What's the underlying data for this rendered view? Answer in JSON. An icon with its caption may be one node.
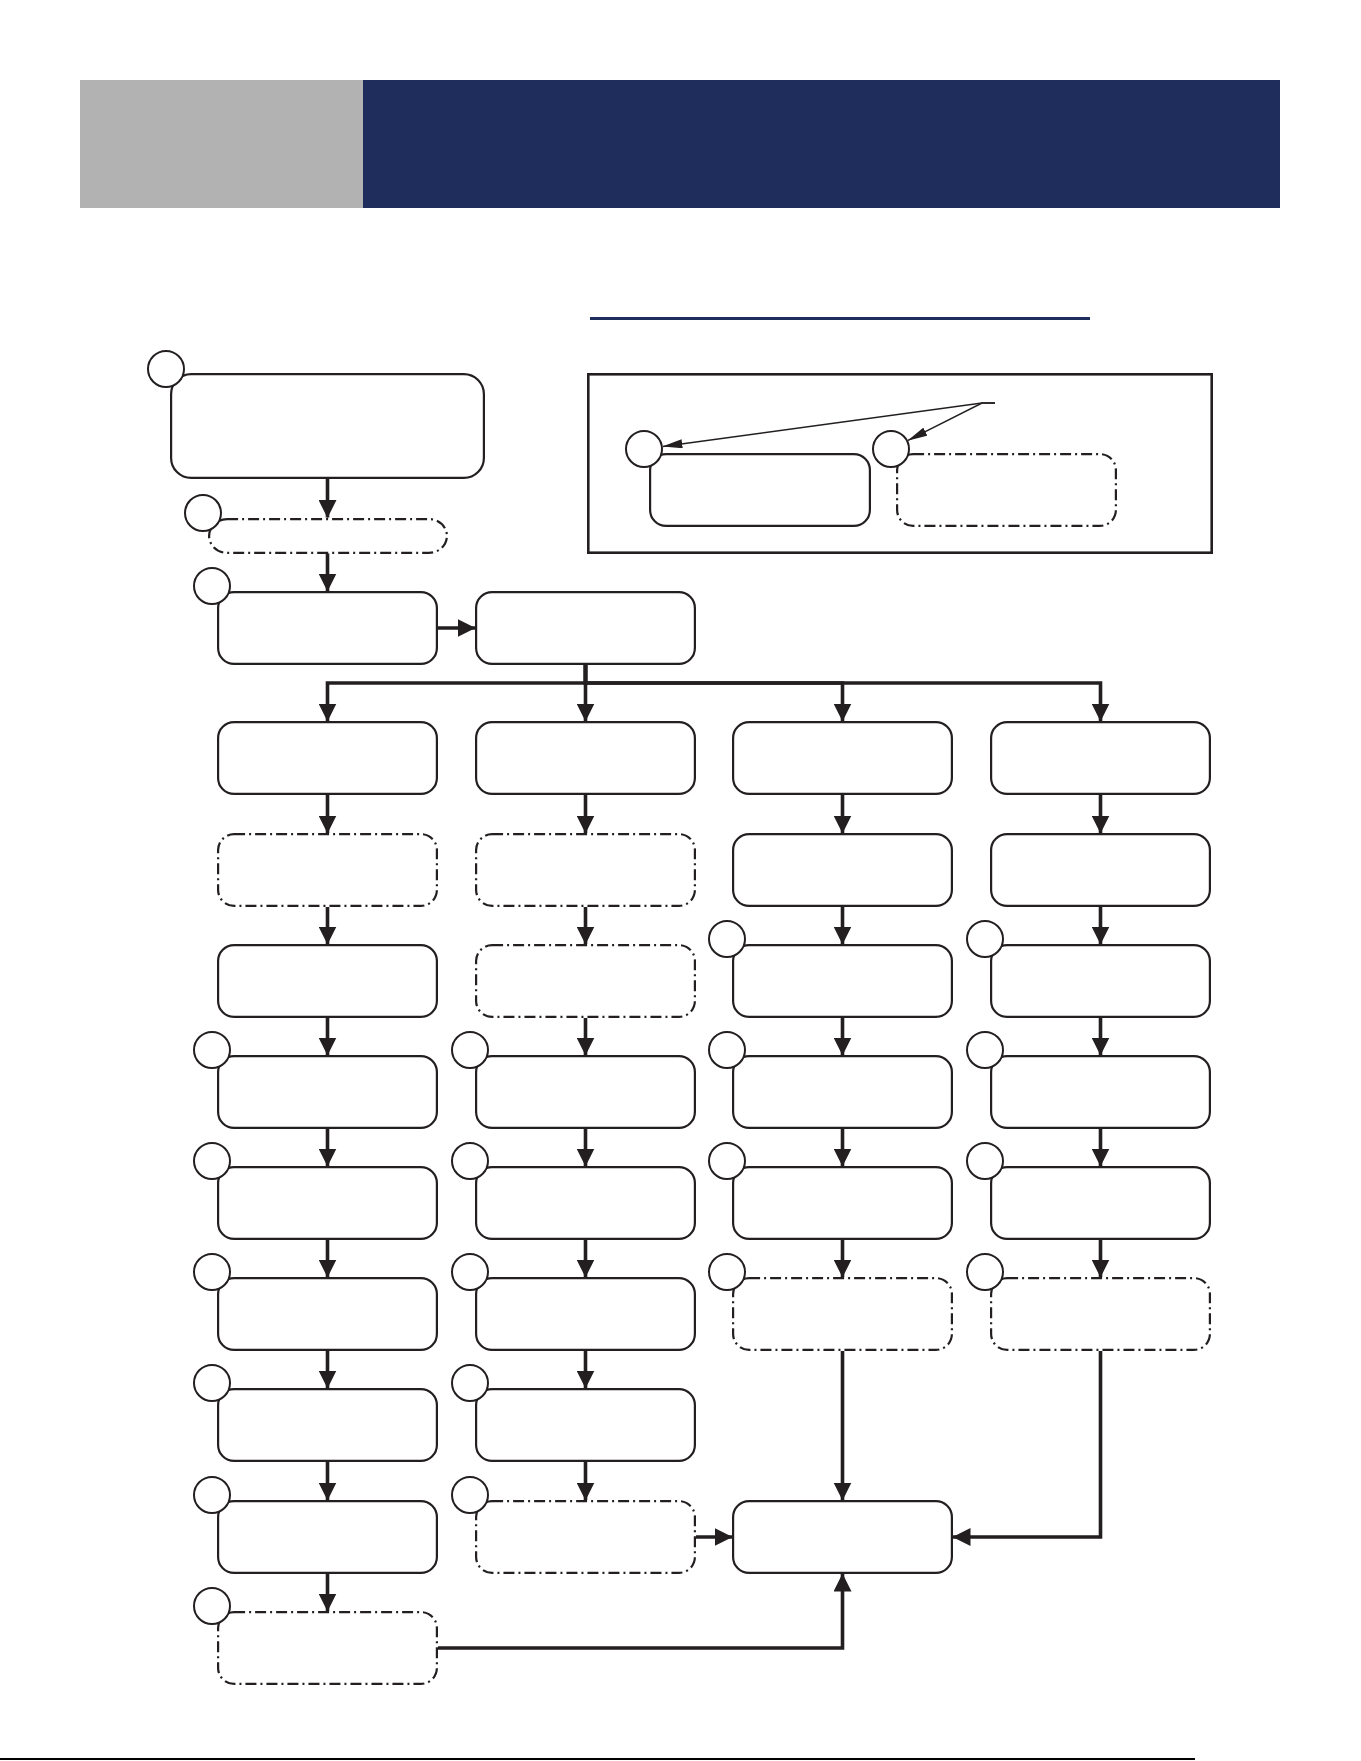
{
  "diagram": {
    "nodes": [
      {
        "text": [],
        "shape": "circle"
      },
      {
        "text": [],
        "shape": "box"
      },
      {
        "text": [],
        "shape": "box"
      },
      {
        "text": [],
        "shape": "circle",
        "in": 2
      },
      {
        "text": [],
        "shape": "box",
        "in": 2
      },
      {
        "text": [],
        "shape": "circle",
        "in": 2
      },
      {
        "text": [],
        "shape": "box",
        "in": 2
      },
      {
        "text": [],
        "shape": "circle"
      },
      {
        "text": [],
        "shape": "box"
      },
      {
        "text": [],
        "shape": "circle"
      },
      {
        "text": [],
        "shape": "box"
      },
      {
        "text": [],
        "shape": "box"
      },
      {
        "text": [],
        "shape": "box"
      },
      {
        "text": [],
        "shape": "box"
      },
      {
        "text": [],
        "shape": "box"
      },
      {
        "text": [],
        "shape": "box"
      },
      {
        "text": [],
        "shape": "box"
      },
      {
        "text": [],
        "shape": "box"
      },
      {
        "text": [],
        "shape": "box"
      },
      {
        "text": [],
        "shape": "box"
      },
      {
        "text": [],
        "shape": "box"
      },
      {
        "text": [],
        "shape": "box"
      },
      {
        "text": [],
        "shape": "circle"
      },
      {
        "text": [],
        "shape": "box"
      },
      {
        "text": [],
        "shape": "circle"
      },
      {
        "text": [],
        "shape": "box"
      },
      {
        "text": [],
        "shape": "circle"
      },
      {
        "text": [],
        "shape": "box"
      },
      {
        "text": [],
        "shape": "circle"
      },
      {
        "text": [],
        "shape": "box"
      },
      {
        "text": [],
        "shape": "circle"
      },
      {
        "text": [],
        "shape": "box"
      },
      {
        "text": [],
        "shape": "circle"
      },
      {
        "text": [],
        "shape": "box"
      },
      {
        "text": [],
        "shape": "circle"
      },
      {
        "text": [],
        "shape": "box"
      },
      {
        "text": [],
        "shape": "circle"
      },
      {
        "text": [],
        "shape": "box"
      },
      {
        "text": [],
        "shape": "circle"
      },
      {
        "text": [],
        "shape": "box"
      },
      {
        "text": [],
        "shape": "circle"
      },
      {
        "text": [],
        "shape": "box"
      },
      {
        "text": [],
        "shape": "circle"
      },
      {
        "text": [],
        "shape": "box"
      },
      {
        "text": [],
        "shape": "circle"
      },
      {
        "text": [],
        "shape": "box"
      },
      {
        "text": [],
        "shape": "circle"
      },
      {
        "text": [],
        "shape": "box"
      },
      {
        "text": [],
        "shape": "circle"
      },
      {
        "text": [],
        "shape": "box"
      },
      {
        "text": [],
        "shape": "circle"
      },
      {
        "text": [],
        "shape": "box"
      },
      {
        "text": [],
        "shape": "circle"
      },
      {
        "text": [],
        "shape": "box"
      },
      {
        "text": [],
        "shape": "circle"
      },
      {
        "text": [],
        "shape": "box"
      },
      {
        "text": [],
        "shape": "circle"
      },
      {
        "text": [],
        "shape": "box"
      },
      {
        "text": [],
        "shape": "box"
      },
      {
        "text": [],
        "shape": "circle"
      },
      {
        "text": [],
        "shape": "box"
      }
    ],
    "edges": [
      {
        "from": 1,
        "to": 8,
        "arrow": "to"
      },
      {
        "from": 8,
        "to": 10,
        "arrow": "to"
      },
      {
        "from": 10,
        "to": 11,
        "arrow": "to"
      },
      {
        "from": 11,
        "to": 12,
        "arrow": "to"
      },
      {
        "from": 11,
        "to": 13,
        "arrow": "to"
      },
      {
        "from": 11,
        "to": 14,
        "arrow": "to"
      },
      {
        "from": 11,
        "to": 15,
        "arrow": "to"
      },
      {
        "from": 12,
        "to": 16,
        "arrow": "to"
      },
      {
        "from": 16,
        "to": 20,
        "arrow": "to"
      },
      {
        "from": 20,
        "to": 27,
        "arrow": "to"
      },
      {
        "from": 27,
        "to": 35,
        "arrow": "to"
      },
      {
        "from": 35,
        "to": 43,
        "arrow": "to"
      },
      {
        "from": 43,
        "to": 51,
        "arrow": "to"
      },
      {
        "from": 51,
        "to": 55,
        "arrow": "to"
      },
      {
        "from": 55,
        "to": 60,
        "arrow": "to"
      },
      {
        "from": 13,
        "to": 17,
        "arrow": "to"
      },
      {
        "from": 17,
        "to": 21,
        "arrow": "to"
      },
      {
        "from": 21,
        "to": 29,
        "arrow": "to"
      },
      {
        "from": 29,
        "to": 37,
        "arrow": "to"
      },
      {
        "from": 37,
        "to": 45,
        "arrow": "to"
      },
      {
        "from": 45,
        "to": 53,
        "arrow": "to"
      },
      {
        "from": 53,
        "to": 57,
        "arrow": "to"
      },
      {
        "from": 14,
        "to": 18,
        "arrow": "to"
      },
      {
        "from": 18,
        "to": 23,
        "arrow": "to"
      },
      {
        "from": 23,
        "to": 31,
        "arrow": "to"
      },
      {
        "from": 31,
        "to": 39,
        "arrow": "to"
      },
      {
        "from": 39,
        "to": 47,
        "arrow": "to"
      },
      {
        "from": 15,
        "to": 19,
        "arrow": "to"
      },
      {
        "from": 19,
        "to": 25,
        "arrow": "to"
      },
      {
        "from": 25,
        "to": 33,
        "arrow": "to"
      },
      {
        "from": 33,
        "to": 41,
        "arrow": "to"
      },
      {
        "from": 41,
        "to": 49,
        "arrow": "to"
      },
      {
        "from": 47,
        "to": 58,
        "arrow": "to"
      },
      {
        "from": 57,
        "to": 58,
        "arrow": "to"
      },
      {
        "from": 49,
        "to": 58,
        "arrow": "to"
      },
      {
        "from": 60,
        "to": 58,
        "arrow": "to"
      },
      {
        "from": null,
        "to": 3,
        "arrow": "to"
      },
      {
        "from": null,
        "to": 5,
        "arrow": "to"
      }
    ]
  }
}
